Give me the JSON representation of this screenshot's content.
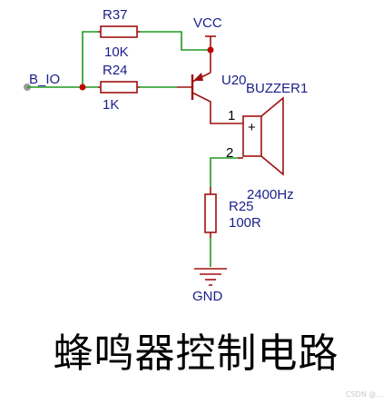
{
  "net_labels": {
    "input": "B_IO",
    "supply": "VCC",
    "ground": "GND"
  },
  "components": {
    "r37": {
      "ref": "R37",
      "value": "10K"
    },
    "r24": {
      "ref": "R24",
      "value": "1K"
    },
    "r25": {
      "ref": "R25",
      "value": "100R"
    },
    "transistor": {
      "ref": "U20"
    },
    "buzzer": {
      "ref": "BUZZER1",
      "freq": "2400Hz",
      "polarity": "+",
      "pin1": "1",
      "pin2": "2"
    }
  },
  "caption": "蜂鸣器控制电路",
  "watermark": "CSDN @...",
  "colors": {
    "wire_green": "#1e9a1e",
    "component_red": "#a01010",
    "label_blue": "#1a1f8a",
    "junction": "#c00000"
  }
}
